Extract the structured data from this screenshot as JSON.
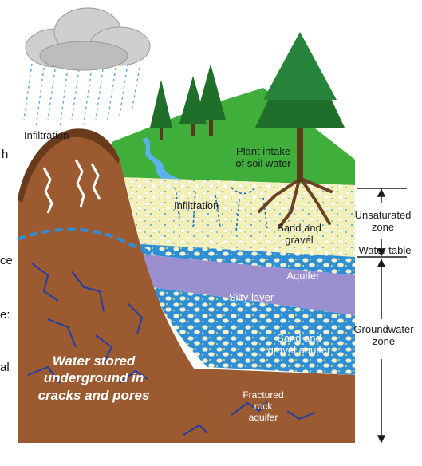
{
  "labels": {
    "infiltration_top": "Infiltration",
    "infiltration_mid": "Infiltration",
    "plant_intake": "Plant intake\nof soil water",
    "sand_gravel": "Sand and\ngravel",
    "unsaturated_zone": "Unsaturated\nzone",
    "water_table": "Water table",
    "aquifer": "Aquifer",
    "silty_layer": "Silty layer",
    "sand_gravel_aquifer": "Sand and\ngravel aquifer",
    "groundwater_zone": "Groundwater\nzone",
    "water_stored": "Water stored\nunderground in\ncracks and pores",
    "fractured_rock": "Fractured\nrock\naquifer"
  },
  "cut_text": [
    "h",
    "ce",
    "e:",
    "al"
  ],
  "colors": {
    "rock": "#9a5a32",
    "sand": "#f2efb0",
    "water_blue": "#2f8fd6",
    "silty": "#9b8fd0",
    "grass": "#3aa835",
    "tree": "#1f6f2a",
    "cloud": "#c9c9c9",
    "rain": "#5aa8e0"
  }
}
